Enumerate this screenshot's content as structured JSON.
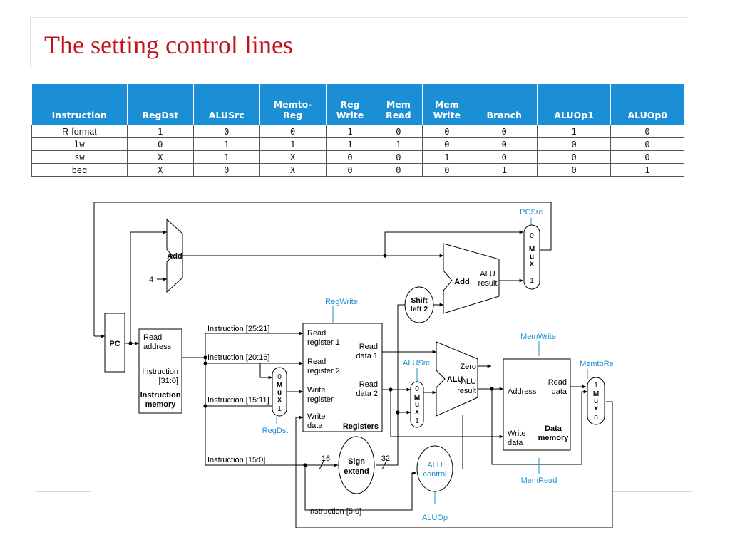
{
  "slide": {
    "title": "The setting control lines"
  },
  "control_table": {
    "headers": [
      "Instruction",
      "RegDst",
      "ALUSrc",
      "Memto-\nReg",
      "Reg\nWrite",
      "Mem\nRead",
      "Mem\nWrite",
      "Branch",
      "ALUOp1",
      "ALUOp0"
    ],
    "rows": [
      [
        "R-format",
        "1",
        "0",
        "0",
        "1",
        "0",
        "0",
        "0",
        "1",
        "0"
      ],
      [
        "lw",
        "0",
        "1",
        "1",
        "1",
        "1",
        "0",
        "0",
        "0",
        "0"
      ],
      [
        "sw",
        "X",
        "1",
        "X",
        "0",
        "0",
        "1",
        "0",
        "0",
        "0"
      ],
      [
        "beq",
        "X",
        "0",
        "X",
        "0",
        "0",
        "0",
        "1",
        "0",
        "1"
      ]
    ]
  },
  "datapath": {
    "pc": "PC",
    "add_top": "Add",
    "const_four": "4",
    "add_branch": "Add",
    "add_branch_result_line1": "ALU",
    "add_branch_result_line2": "result",
    "shift_line1": "Shift",
    "shift_line2": "left 2",
    "imem_read_line1": "Read",
    "imem_read_line2": "address",
    "imem_instr_line1": "Instruction",
    "imem_instr_line2": "[31:0]",
    "imem_name_line1": "Instruction",
    "imem_name_line2": "memory",
    "instr_25_21": "Instruction [25:21]",
    "instr_20_16": "Instruction [20:16]",
    "instr_15_11": "Instruction [15:11]",
    "instr_15_0": "Instruction [15:0]",
    "instr_5_0": "Instruction [5:0]",
    "reg_read1_line1": "Read",
    "reg_read1_line2": "register 1",
    "reg_read2_line1": "Read",
    "reg_read2_line2": "register 2",
    "reg_write_line1": "Write",
    "reg_write_line2": "register",
    "reg_wdata_line1": "Write",
    "reg_wdata_line2": "data",
    "reg_rdata1_line1": "Read",
    "reg_rdata1_line2": "data 1",
    "reg_rdata2_line1": "Read",
    "reg_rdata2_line2": "data 2",
    "registers": "Registers",
    "alu": "ALU",
    "alu_zero": "Zero",
    "alu_result_line1": "ALU",
    "alu_result_line2": "result",
    "dmem_address": "Address",
    "dmem_read_line1": "Read",
    "dmem_read_line2": "data",
    "dmem_write_line1": "Write",
    "dmem_write_line2": "data",
    "dmem_name_line1": "Data",
    "dmem_name_line2": "memory",
    "sign_line1": "Sign",
    "sign_line2": "extend",
    "bits_16": "16",
    "bits_32": "32",
    "alu_control_line1": "ALU",
    "alu_control_line2": "control",
    "mux_letters": [
      "M",
      "u",
      "x"
    ],
    "mux_zero": "0",
    "mux_one": "1",
    "signals": {
      "pcsrc": "PCSrc",
      "regwrite": "RegWrite",
      "alusrc": "ALUSrc",
      "memwrite": "MemWrite",
      "memtoreg": "MemtoReg",
      "regdst": "RegDst",
      "memread": "MemRead",
      "aluop": "ALUOp"
    }
  },
  "colors": {
    "title": "#c0131b",
    "table_header": "#1b8fd5",
    "signal_blue": "#1b8fd5"
  }
}
